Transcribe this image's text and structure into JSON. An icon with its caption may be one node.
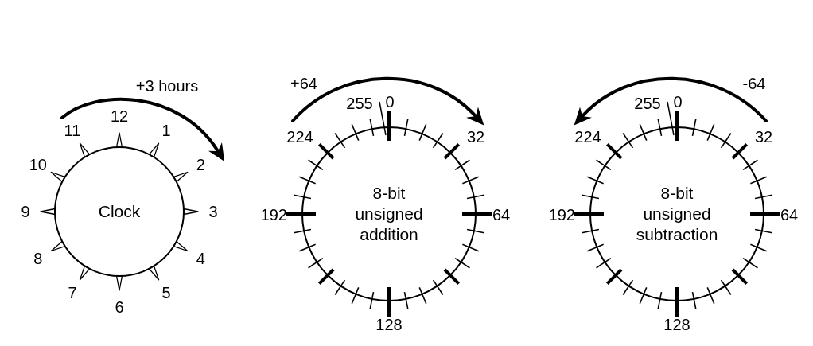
{
  "diagram": {
    "nodes": [
      {
        "text": [
          "Clock"
        ]
      },
      {
        "text": [
          "8-bit unsigned addition"
        ]
      },
      {
        "text": [
          "8-bit unsigned subtraction"
        ]
      }
    ],
    "labels": [
      "+3 hours",
      "12",
      "1",
      "2",
      "3",
      "4",
      "5",
      "6",
      "7",
      "8",
      "9",
      "10",
      "11",
      "+64",
      "255",
      "0",
      "224",
      "32",
      "192",
      "64",
      "128",
      "-64",
      "255",
      "0",
      "224",
      "32",
      "192",
      "64",
      "128"
    ]
  }
}
